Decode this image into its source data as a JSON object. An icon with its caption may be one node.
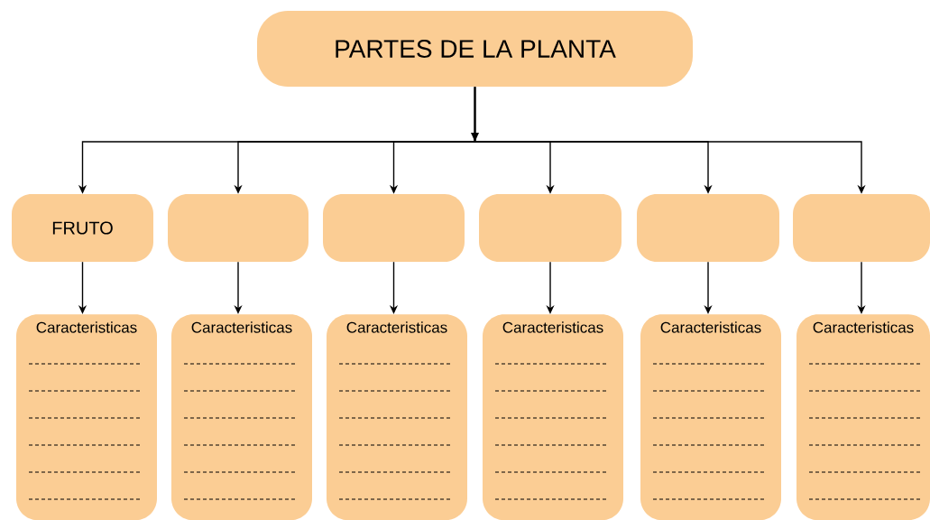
{
  "diagram": {
    "nodes": [
      {
        "text": [
          "PARTES DE LA PLANTA"
        ]
      },
      {
        "text": [
          "FRUTO"
        ]
      },
      {
        "text": [],
        "shape": "box"
      },
      {
        "text": [],
        "shape": "box"
      },
      {
        "text": [],
        "shape": "box"
      },
      {
        "text": [],
        "shape": "box"
      },
      {
        "text": [],
        "shape": "box"
      },
      {
        "text": [
          "Caracteristicas"
        ]
      },
      {
        "text": [
          "Caracteristicas"
        ]
      },
      {
        "text": [
          "Caracteristicas"
        ]
      },
      {
        "text": [
          "Caracteristicas"
        ]
      },
      {
        "text": [
          "Caracteristicas"
        ]
      },
      {
        "text": [
          "Caracteristicas"
        ]
      }
    ],
    "edges": [
      {
        "from": 0,
        "to": 1,
        "arrow": "to"
      },
      {
        "from": 0,
        "to": 2,
        "arrow": "to"
      },
      {
        "from": 0,
        "to": 3,
        "arrow": "to"
      },
      {
        "from": 0,
        "to": 4,
        "arrow": "to"
      },
      {
        "from": 0,
        "to": 5,
        "arrow": "to"
      },
      {
        "from": 0,
        "to": 6,
        "arrow": "to"
      },
      {
        "from": 1,
        "to": 7,
        "arrow": "to"
      },
      {
        "from": 2,
        "to": 8,
        "arrow": "to"
      },
      {
        "from": 3,
        "to": 9,
        "arrow": "to"
      },
      {
        "from": 4,
        "to": 10,
        "arrow": "to"
      },
      {
        "from": 5,
        "to": 11,
        "arrow": "to"
      },
      {
        "from": 6,
        "to": 12,
        "arrow": "to"
      }
    ]
  }
}
